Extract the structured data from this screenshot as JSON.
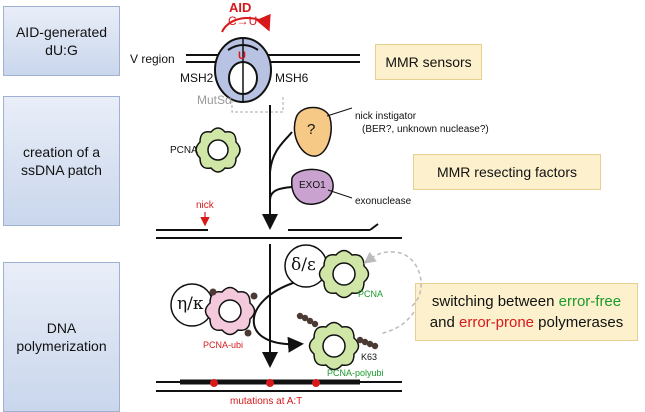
{
  "stages": {
    "aid": "AID-generated\ndU:G",
    "ssdna": "creation of a\nssDNA patch",
    "polymerization": "DNA\npolymerization"
  },
  "factors": {
    "mmr_sensors": "MMR sensors",
    "mmr_resecting": "MMR resecting factors"
  },
  "switching": {
    "line1_prefix": "switching between ",
    "error_free": "error-free",
    "line2_prefix": "and ",
    "error_prone": "error-prone",
    "line2_suffix": " polymerases"
  },
  "labels": {
    "aid_title": "AID",
    "aid_reaction": "C→U",
    "uracil": "U",
    "v_region": "V region",
    "msh2": "MSH2",
    "msh6": "MSH6",
    "mutsa": "MutSα",
    "nick_instigator": "nick instigator",
    "nick_instigator_detail": "(BER?, unknown nuclease?)",
    "question": "?",
    "pcna": "PCNA",
    "exo1": "EXO1",
    "exonuclease": "exonuclease",
    "nick": "nick",
    "delta_epsilon": "δ/ε",
    "pcna_green": "PCNA",
    "eta_kappa": "η/κ",
    "pcna_ubi": "PCNA-ubi",
    "k63": "K63",
    "pcna_polyubi": "PCNA-polyubi",
    "mutations": "mutations at A:T"
  },
  "colors": {
    "red": "#d7191c",
    "green": "#1a9a2a",
    "pcna_fill": "#cfe6a6",
    "pink_fill": "#f5c9dc",
    "question_fill": "#f6c986",
    "exo_fill": "#c9a2cf",
    "muts_fill": "#b8c3e3"
  }
}
